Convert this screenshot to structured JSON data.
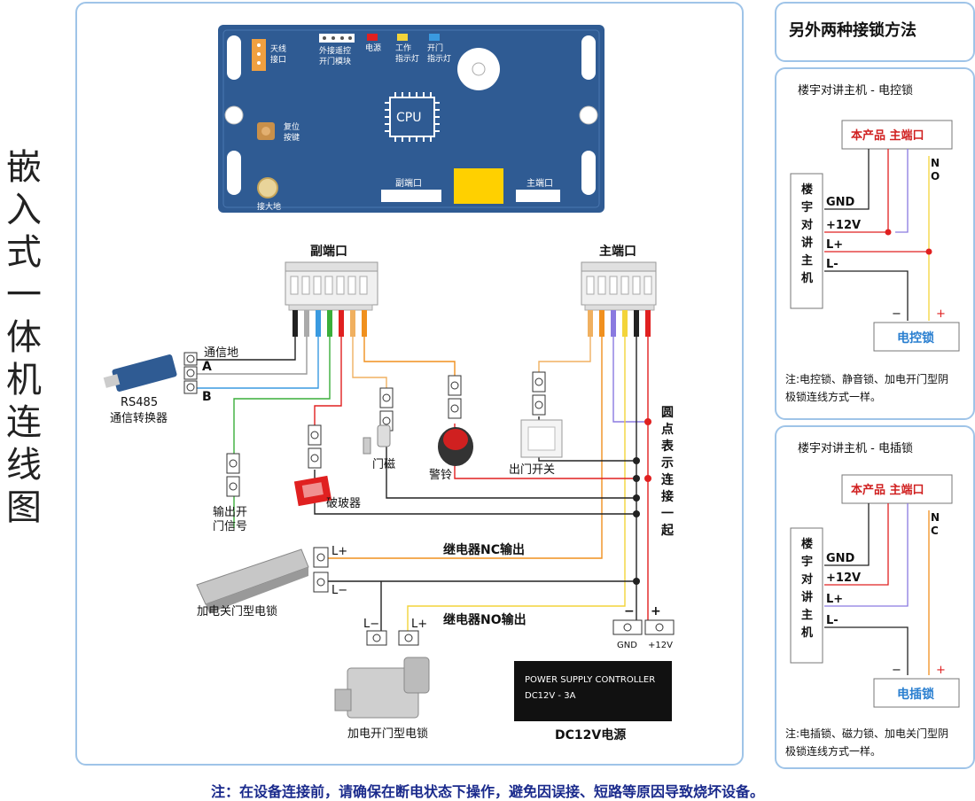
{
  "vertical_title": [
    "嵌",
    "入",
    "式",
    "一",
    "体",
    "机",
    "连",
    "线",
    "图"
  ],
  "board": {
    "antenna": "天线\n接口",
    "remote_module": "外接遥控\n开门模块",
    "led_power": "电源",
    "led_work": "工作\n指示灯",
    "led_open": "开门\n指示灯",
    "cpu": "CPU",
    "reset": "复位\n按键",
    "ground": "接大地",
    "aux_port": "副端口",
    "main_port": "主端口"
  },
  "connectors": {
    "aux": "副端口",
    "main": "主端口"
  },
  "labels": {
    "comm_ground": "通信地",
    "a": "A",
    "b": "B",
    "rs485": "RS485",
    "rs485_sub": "通信转换器",
    "output_signal": "输出开\n门信号",
    "glass_breaker": "破玻器",
    "door_sensor": "门磁",
    "alarm": "警铃",
    "exit_switch": "出门开关",
    "dots_note": "圆点表示连接一起",
    "relay_nc": "继电器NC输出",
    "relay_no": "继电器NO输出",
    "l_plus": "L+",
    "l_minus": "L−",
    "fail_safe_lock": "加电关门型电锁",
    "fail_secure_lock": "加电开门型电锁",
    "minus": "−",
    "plus": "+",
    "gnd": "GND",
    "v12": "+12V",
    "psu_line1": "POWER SUPPLY CONTROLLER",
    "psu_line2": "DC12V - 3A",
    "psu_caption": "DC12V电源"
  },
  "right": {
    "header": "另外两种接锁方法",
    "panel1": {
      "title": "楼宇对讲主机 - 电控锁",
      "product": "本产品  主端口",
      "no": "N\nO",
      "host": "楼\n宇\n对\n讲\n主\n机",
      "gnd": "GND",
      "v12": "+12V",
      "lplus": "L+",
      "lminus": "L-",
      "minus": "−",
      "plus": "+",
      "lock": "电控锁",
      "note": "注:电控锁、静音锁、加电开门型阴极锁连线方式一样。"
    },
    "panel2": {
      "title": "楼宇对讲主机 - 电插锁",
      "product": "本产品  主端口",
      "nc": "N\nC",
      "host": "楼\n宇\n对\n讲\n主\n机",
      "gnd": "GND",
      "v12": "+12V",
      "lplus": "L+",
      "lminus": "L-",
      "minus": "−",
      "plus": "+",
      "lock": "电插锁",
      "note": "注:电插锁、磁力锁、加电关门型阴极锁连线方式一样。"
    }
  },
  "bottom_note": "注：在设备连接前，请确保在断电状态下操作，避免因误接、短路等原因导致烧坏设备。",
  "colors": {
    "board_blue": "#2f5b93",
    "red": "#e02020",
    "orange": "#f0901e",
    "purple": "#8a7ae0",
    "yellow": "#f3d43a",
    "green": "#3aae3a",
    "blue": "#3a9ae0"
  }
}
